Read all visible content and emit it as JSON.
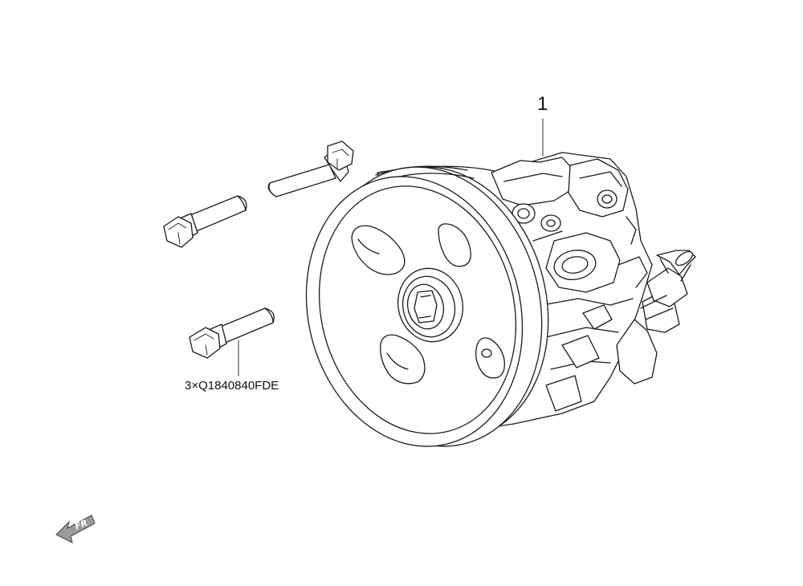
{
  "callouts": {
    "part_number": "1",
    "bolt_spec": "3×Q1840840FDE"
  },
  "orientation": {
    "label": "FR"
  },
  "colors": {
    "line": "#1a1a1a",
    "arrow_fill": "#9a9a9a",
    "background": "#ffffff"
  }
}
